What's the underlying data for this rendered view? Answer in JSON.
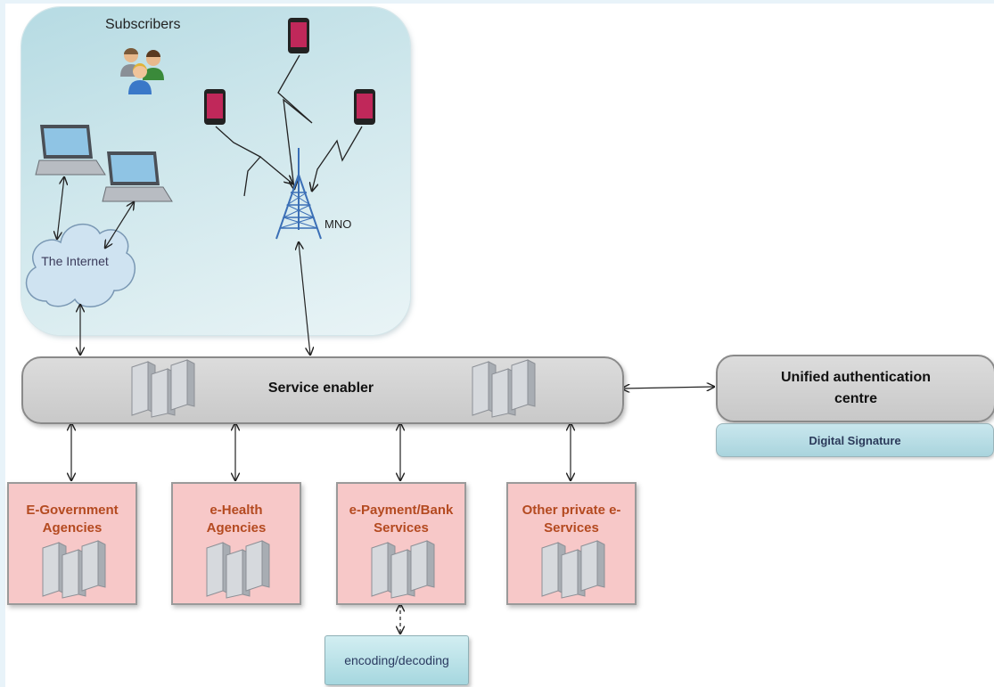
{
  "subscribers_label": "Subscribers",
  "cloud_label": "The Internet",
  "mno_label": "MNO",
  "service_enabler_label": "Service enabler",
  "unified_auth_label": "Unified authentication centre",
  "digital_signature_label": "Digital Signature",
  "agencies": [
    {
      "label": "E-Government Agencies"
    },
    {
      "label": "e-Health Agencies"
    },
    {
      "label": "e-Payment/Bank Services"
    },
    {
      "label": "Other private e-Services"
    }
  ],
  "encoding_label": "encoding/decoding",
  "colors": {
    "subscriber_zone": "#cfe7ec",
    "service_bar": "#d2d2d2",
    "agency_fill": "#f7c8c8",
    "agency_text": "#b44a20",
    "signature_fill": "#b8dde5",
    "encoding_fill": "#bfe3e9",
    "tower": "#3b6fb6"
  }
}
